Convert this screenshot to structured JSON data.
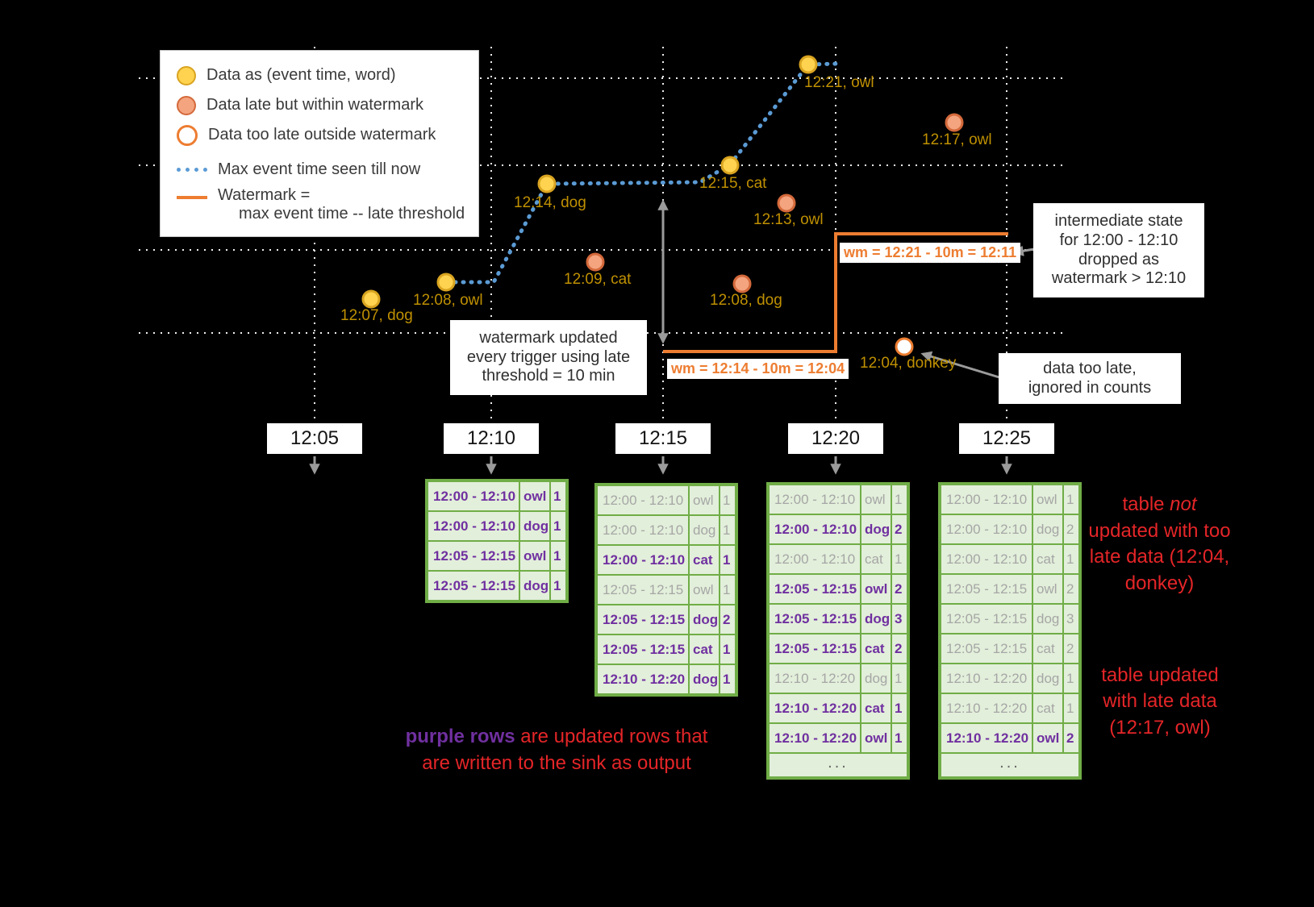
{
  "colors": {
    "background": "#000000",
    "grid_line": "#efefef",
    "max_event_time_line": "#5b9bd5",
    "watermark_line": "#ed7d31",
    "on_time_point_fill": "#ffd34f",
    "on_time_point_stroke": "#d9a420",
    "late_point_fill": "#f4a47f",
    "late_point_stroke": "#d4693b",
    "too_late_point_ring": "#ed7d31",
    "point_label": "#bf9000",
    "table_green": "#70ad47",
    "table_row_bg": "#e2efda",
    "updated_row_text": "#7030a0",
    "stale_row_text": "#a6a6a6",
    "note_red": "#e42528",
    "arrow_gray": "#9b9b9b"
  },
  "legend": {
    "items": [
      {
        "icon": "on-time-dot",
        "label": "Data as (event time, word)"
      },
      {
        "icon": "late-dot",
        "label": "Data late but within watermark"
      },
      {
        "icon": "too-late-dot",
        "label": "Data too late outside watermark"
      },
      {
        "icon": "blue-dotted-line",
        "label": "Max event time seen till now"
      },
      {
        "icon": "orange-line",
        "label": "Watermark =",
        "label2": "max event time -- late threshold"
      }
    ]
  },
  "points": [
    {
      "kind": "on-time",
      "label": "12:07, dog"
    },
    {
      "kind": "on-time",
      "label": "12:08, owl"
    },
    {
      "kind": "on-time",
      "label": "12:14, dog"
    },
    {
      "kind": "on-time",
      "label": "12:15, cat"
    },
    {
      "kind": "on-time",
      "label": "12:21, owl"
    },
    {
      "kind": "late",
      "label": "12:09, cat"
    },
    {
      "kind": "late",
      "label": "12:13, owl"
    },
    {
      "kind": "late",
      "label": "12:08, dog"
    },
    {
      "kind": "late",
      "label": "12:17, owl"
    },
    {
      "kind": "too-late",
      "label": "12:04, donkey"
    }
  ],
  "watermark": {
    "labels": [
      "wm = 12:14 - 10m = 12:04",
      "wm = 12:21 - 10m = 12:11"
    ]
  },
  "time_axis": {
    "labels": [
      "12:05",
      "12:10",
      "12:15",
      "12:20",
      "12:25"
    ]
  },
  "annotations": {
    "watermark_updated": "watermark updated\nevery trigger using late\nthreshold = 10 min",
    "intermediate_state": "intermediate state\nfor 12:00 - 12:10\ndropped as\nwatermark > 12:10",
    "too_late_note": "data too late,\nignored in counts",
    "not_updated": {
      "pre": "table ",
      "italic": "not",
      "post": " updated with too late data (12:04, donkey)"
    },
    "updated_late": "table updated\nwith late data\n(12:17, owl)",
    "purple_caption": {
      "purple": "purple rows",
      "red": " are updated rows that are written to the sink as output"
    }
  },
  "ellipsis_label": "...",
  "tables": [
    {
      "trigger": "12:10",
      "ellipsis": false,
      "rows": [
        {
          "window": "12:00 - 12:10",
          "word": "owl",
          "count": "1",
          "updated": true
        },
        {
          "window": "12:00 - 12:10",
          "word": "dog",
          "count": "1",
          "updated": true
        },
        {
          "window": "12:05 - 12:15",
          "word": "owl",
          "count": "1",
          "updated": true
        },
        {
          "window": "12:05 - 12:15",
          "word": "dog",
          "count": "1",
          "updated": true
        }
      ]
    },
    {
      "trigger": "12:15",
      "ellipsis": false,
      "rows": [
        {
          "window": "12:00 - 12:10",
          "word": "owl",
          "count": "1",
          "updated": false
        },
        {
          "window": "12:00 - 12:10",
          "word": "dog",
          "count": "1",
          "updated": false
        },
        {
          "window": "12:00 - 12:10",
          "word": "cat",
          "count": "1",
          "updated": true
        },
        {
          "window": "12:05 - 12:15",
          "word": "owl",
          "count": "1",
          "updated": false
        },
        {
          "window": "12:05 - 12:15",
          "word": "dog",
          "count": "2",
          "updated": true
        },
        {
          "window": "12:05 - 12:15",
          "word": "cat",
          "count": "1",
          "updated": true
        },
        {
          "window": "12:10 - 12:20",
          "word": "dog",
          "count": "1",
          "updated": true
        }
      ]
    },
    {
      "trigger": "12:20",
      "ellipsis": true,
      "rows": [
        {
          "window": "12:00 - 12:10",
          "word": "owl",
          "count": "1",
          "updated": false
        },
        {
          "window": "12:00 - 12:10",
          "word": "dog",
          "count": "2",
          "updated": true
        },
        {
          "window": "12:00 - 12:10",
          "word": "cat",
          "count": "1",
          "updated": false
        },
        {
          "window": "12:05 - 12:15",
          "word": "owl",
          "count": "2",
          "updated": true
        },
        {
          "window": "12:05 - 12:15",
          "word": "dog",
          "count": "3",
          "updated": true
        },
        {
          "window": "12:05 - 12:15",
          "word": "cat",
          "count": "2",
          "updated": true
        },
        {
          "window": "12:10 - 12:20",
          "word": "dog",
          "count": "1",
          "updated": false
        },
        {
          "window": "12:10 - 12:20",
          "word": "cat",
          "count": "1",
          "updated": true
        },
        {
          "window": "12:10 - 12:20",
          "word": "owl",
          "count": "1",
          "updated": true
        }
      ]
    },
    {
      "trigger": "12:25",
      "ellipsis": true,
      "rows": [
        {
          "window": "12:00 - 12:10",
          "word": "owl",
          "count": "1",
          "updated": false
        },
        {
          "window": "12:00 - 12:10",
          "word": "dog",
          "count": "2",
          "updated": false
        },
        {
          "window": "12:00 - 12:10",
          "word": "cat",
          "count": "1",
          "updated": false
        },
        {
          "window": "12:05 - 12:15",
          "word": "owl",
          "count": "2",
          "updated": false
        },
        {
          "window": "12:05 - 12:15",
          "word": "dog",
          "count": "3",
          "updated": false
        },
        {
          "window": "12:05 - 12:15",
          "word": "cat",
          "count": "2",
          "updated": false
        },
        {
          "window": "12:10 - 12:20",
          "word": "dog",
          "count": "1",
          "updated": false
        },
        {
          "window": "12:10 - 12:20",
          "word": "cat",
          "count": "1",
          "updated": false
        },
        {
          "window": "12:10 - 12:20",
          "word": "owl",
          "count": "2",
          "updated": true
        }
      ]
    }
  ]
}
